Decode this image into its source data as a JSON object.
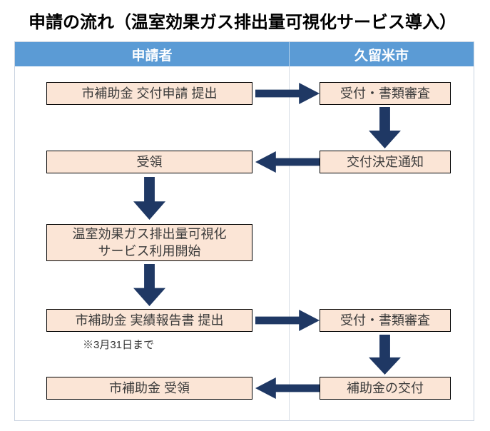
{
  "title": "申請の流れ（温室効果ガス排出量可視化サービス導入）",
  "header": {
    "applicant": "申請者",
    "city": "久留米市"
  },
  "flow": {
    "submit_application": "市補助金 交付申請 提出",
    "acceptance_review_1": "受付・書類審査",
    "grant_decision_notice": "交付決定通知",
    "receipt": "受領",
    "service_start_line1": "温室効果ガス排出量可視化",
    "service_start_line2": "サービス利用開始",
    "submit_report": "市補助金 実績報告書 提出",
    "report_deadline_note": "※3月31日まで",
    "acceptance_review_2": "受付・書類審査",
    "subsidy_payment": "補助金の交付",
    "subsidy_receipt": "市補助金 受領"
  },
  "colors": {
    "header-bg": "#5B9BD5",
    "header-text": "#FFFFFF",
    "box-bg": "#FBE5D6",
    "box-border": "#000000",
    "box-text": "#3B3B3B",
    "arrow": "#1F3864",
    "table-border": "#C9D3E0",
    "divider": "#D6DCE5",
    "title-text": "#000000",
    "note-text": "#333333"
  }
}
